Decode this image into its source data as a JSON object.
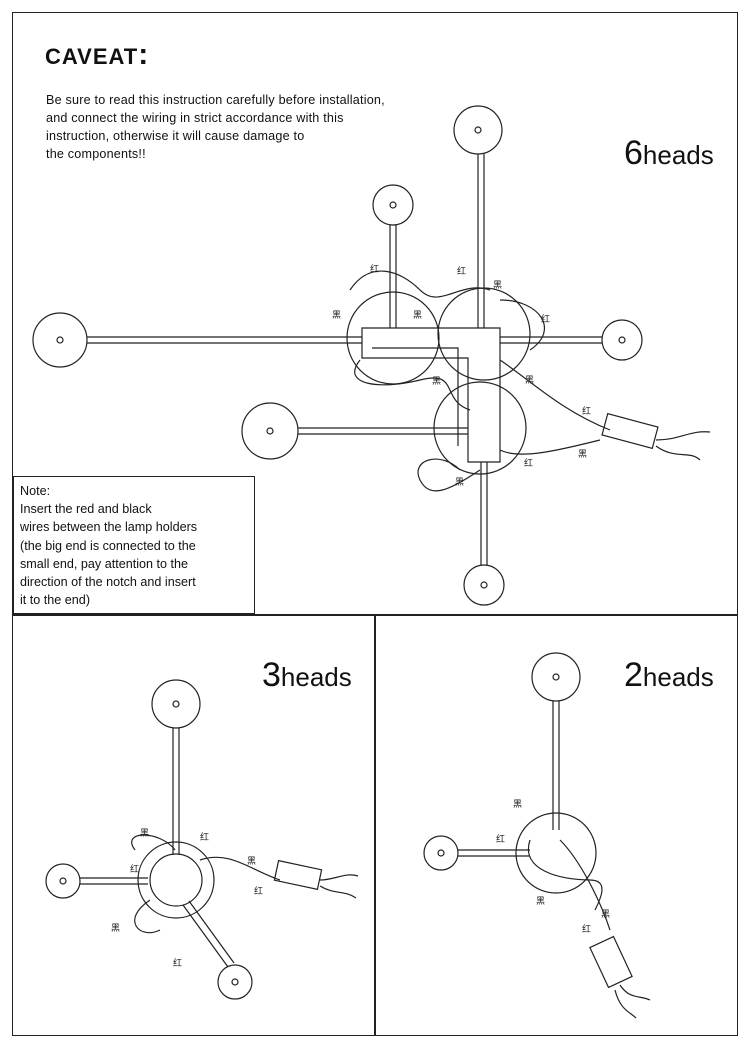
{
  "caveat": {
    "title": "CAVEAT",
    "colon": ":",
    "lines": [
      "Be sure to read this instruction carefully before installation,",
      "and connect the wiring in strict accordance with this",
      "instruction, otherwise it will cause damage to",
      "the components!!"
    ]
  },
  "six_heads": {
    "num": "6",
    "word": "heads"
  },
  "three_heads": {
    "num": "3",
    "word": "heads"
  },
  "two_heads": {
    "num": "2",
    "word": "heads"
  },
  "note": {
    "lines": [
      "Note:",
      "Insert the red and black",
      "wires between the lamp holders",
      "(the big end is connected to the",
      "small end, pay attention to the",
      "direction of the notch and insert",
      "it to the end)"
    ]
  },
  "wire_labels": {
    "red": "红",
    "black": "黑"
  }
}
